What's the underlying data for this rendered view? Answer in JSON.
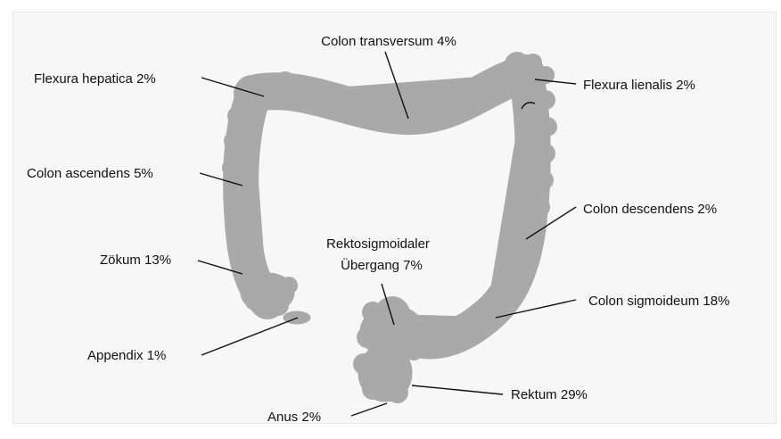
{
  "colors": {
    "colon_fill": "#a9a9a9",
    "text": "#111111",
    "background": "#f7f7f7"
  },
  "labels": {
    "colon_transversum": "Colon transversum 4%",
    "flexura_hepatica": "Flexura hepatica 2%",
    "flexura_lienalis": "Flexura lienalis 2%",
    "colon_ascendens": "Colon ascendens 5%",
    "colon_descendens": "Colon descendens 2%",
    "rektosigmoidaler_line1": "Rektosigmoidaler",
    "rektosigmoidaler_line2": "Übergang  7%",
    "zoekum": "Zökum 13%",
    "colon_sigmoideum": "Colon sigmoideum 18%",
    "appendix": "Appendix 1%",
    "rektum": "Rektum 29%",
    "anus": "Anus 2%"
  }
}
